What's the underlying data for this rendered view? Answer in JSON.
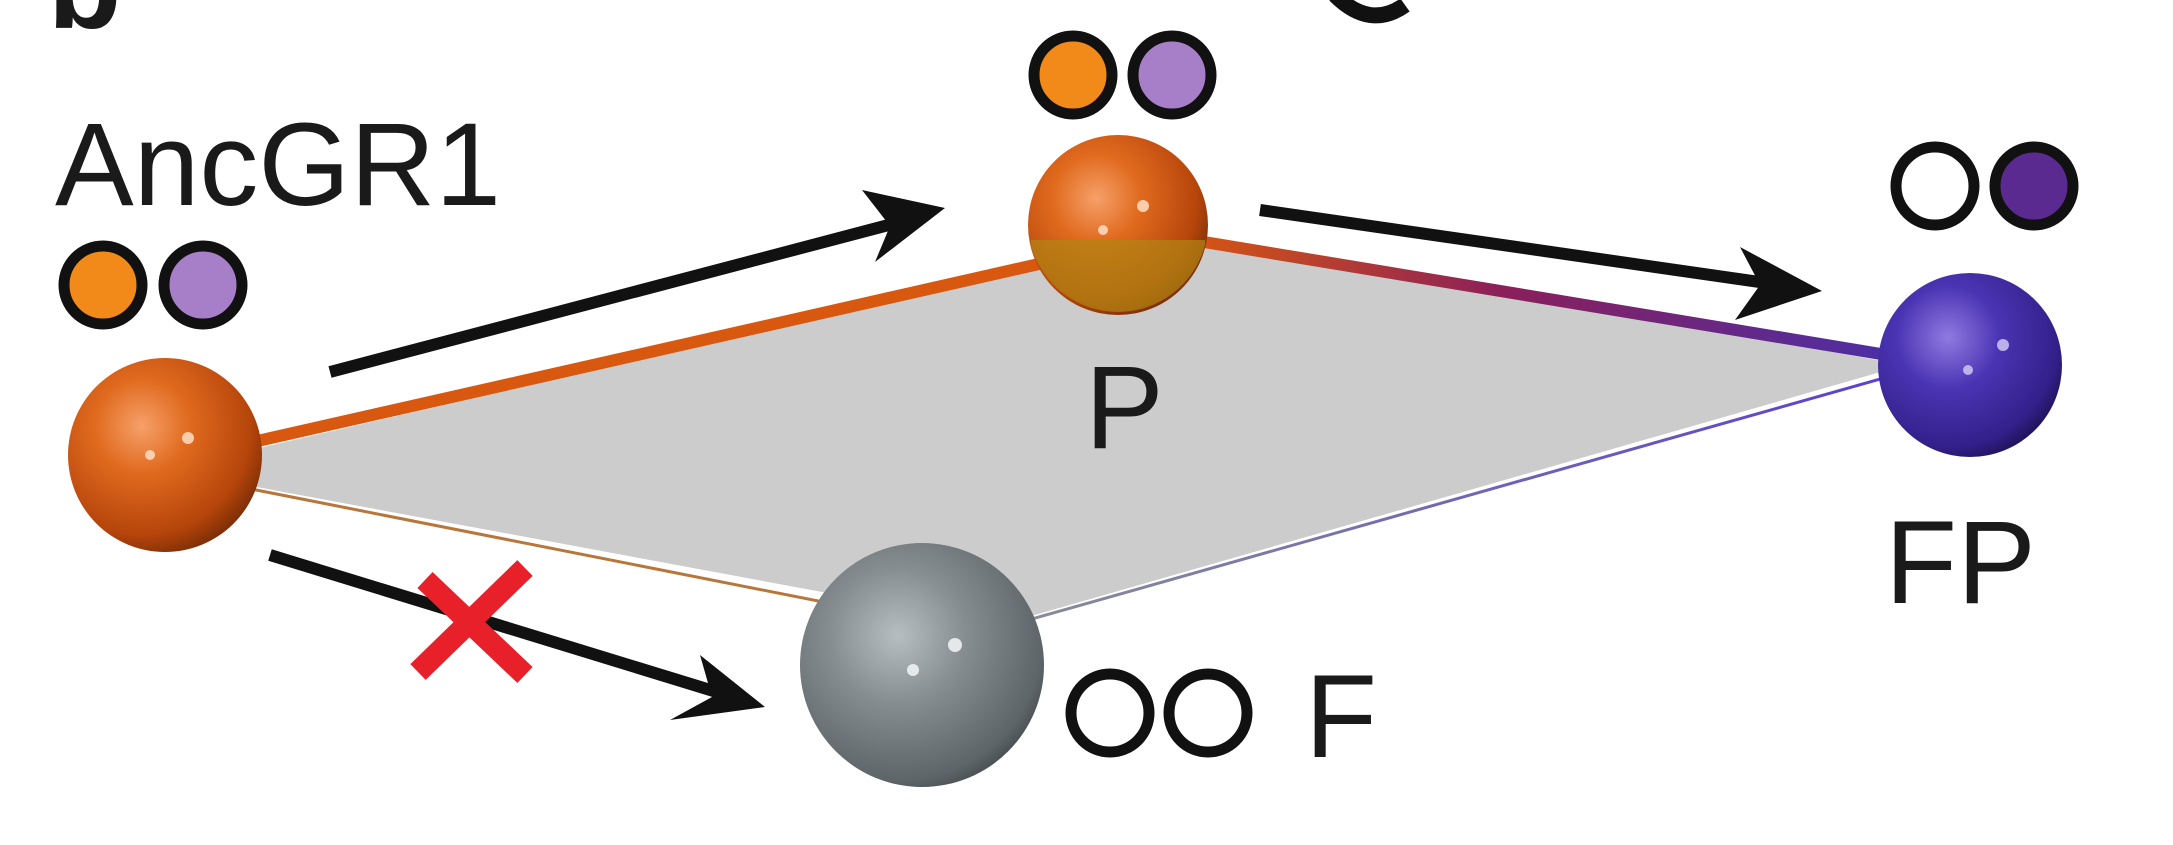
{
  "panel_letter": "b",
  "nodes": {
    "ancgr1": {
      "label": "AncGR1",
      "color": "#d9580f",
      "dots": [
        "#f28a1a",
        "#a77fc8"
      ]
    },
    "p": {
      "label": "P",
      "color": "#d9580f",
      "dots": [
        "#f28a1a",
        "#a77fc8"
      ]
    },
    "fp": {
      "label": "FP",
      "color": "#4a2fa8",
      "dots": [
        "#ffffff",
        "#5b2a90"
      ]
    },
    "f": {
      "label": "F",
      "color": "#7f878b",
      "dots": [
        "#ffffff",
        "#ffffff"
      ]
    }
  },
  "blocked_marker_color": "#e8202a",
  "plane_color": "#c9c9c9"
}
